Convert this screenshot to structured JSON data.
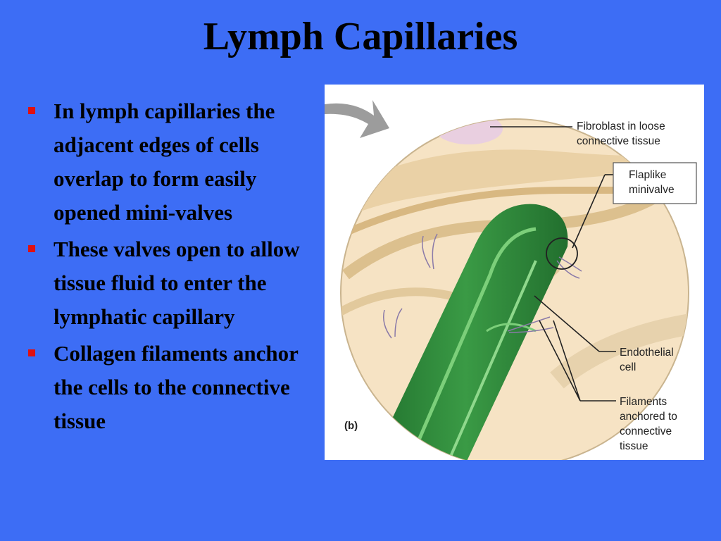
{
  "slide": {
    "title": "Lymph Capillaries",
    "bullets": [
      {
        "text": "In lymph capillaries the adjacent edges of cells overlap to form easily opened mini-valves"
      },
      {
        "text": "These valves open to allow tissue fluid to enter the lymphatic capillary"
      },
      {
        "text": "Collagen filaments anchor the cells to the connective tissue"
      }
    ]
  },
  "figure": {
    "panel_letter": "(b)",
    "labels": {
      "fibroblast_line1": "Fibroblast in loose",
      "fibroblast_line2": "connective tissue",
      "flaplike_line1": "Flaplike",
      "flaplike_line2": "minivalve",
      "endothelial_line1": "Endothelial",
      "endothelial_line2": "cell",
      "filaments_line1": "Filaments",
      "filaments_line2": "anchored to",
      "filaments_line3": "connective",
      "filaments_line4": "tissue"
    }
  },
  "colors": {
    "background": "#3d6df5",
    "bullet_marker": "#e01010",
    "capillary_green": "#2f8a3a",
    "tissue_beige": "#f6e3c4"
  }
}
